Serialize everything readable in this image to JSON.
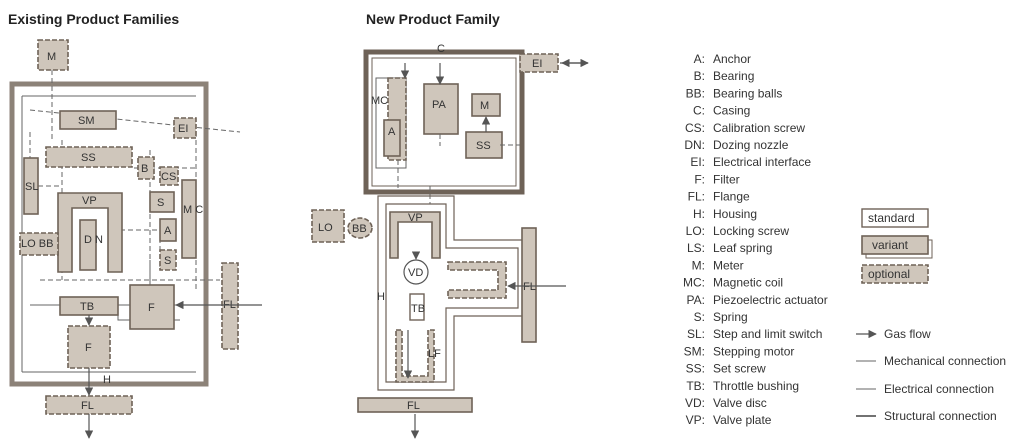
{
  "titles": {
    "existing": "Existing Product Families",
    "new": "New Product Family"
  },
  "components": {
    "M": "M",
    "SM": "SM",
    "EI": "EI",
    "SS": "SS",
    "SL": "SL",
    "B": "B",
    "CS": "CS",
    "VP": "VP",
    "S": "S",
    "M_C": "M C",
    "A": "A",
    "D_N": "D N",
    "LO_BB": "LO BB",
    "TB": "TB",
    "F": "F",
    "FL": "FL",
    "H": "H",
    "C": "C",
    "PA": "PA",
    "LO": "LO",
    "BB": "BB",
    "VD": "VD",
    "LF": "LF",
    "MC": "MC"
  },
  "abbreviations": [
    {
      "code": "A:",
      "name": "Anchor"
    },
    {
      "code": "B:",
      "name": "Bearing"
    },
    {
      "code": "BB:",
      "name": "Bearing balls"
    },
    {
      "code": "C:",
      "name": "Casing"
    },
    {
      "code": "CS:",
      "name": "Calibration screw"
    },
    {
      "code": "DN:",
      "name": "Dozing nozzle"
    },
    {
      "code": "EI:",
      "name": "Electrical interface"
    },
    {
      "code": "F:",
      "name": "Filter"
    },
    {
      "code": "FL:",
      "name": "Flange"
    },
    {
      "code": "H:",
      "name": "Housing"
    },
    {
      "code": "LO:",
      "name": "Locking screw"
    },
    {
      "code": "LS:",
      "name": "Leaf spring"
    },
    {
      "code": "M:",
      "name": "Meter"
    },
    {
      "code": "MC:",
      "name": "Magnetic coil"
    },
    {
      "code": "PA:",
      "name": "Piezoelectric actuator"
    },
    {
      "code": "S:",
      "name": "Spring"
    },
    {
      "code": "SL:",
      "name": "Step and limit switch"
    },
    {
      "code": "SM:",
      "name": "Stepping motor"
    },
    {
      "code": "SS:",
      "name": "Set screw"
    },
    {
      "code": "TB:",
      "name": "Throttle bushing"
    },
    {
      "code": "VD:",
      "name": "Valve disc"
    },
    {
      "code": "VP:",
      "name": "Valve plate"
    }
  ],
  "legend": {
    "standard": "standard",
    "variant": "variant",
    "optional": "optional",
    "gas_flow": "Gas flow",
    "mechanical": "Mechanical connection",
    "electrical": "Electrical connection",
    "structural": "Structural connection"
  },
  "colors": {
    "component_fill": "#cfc6bb",
    "component_stroke": "#6e6257"
  }
}
